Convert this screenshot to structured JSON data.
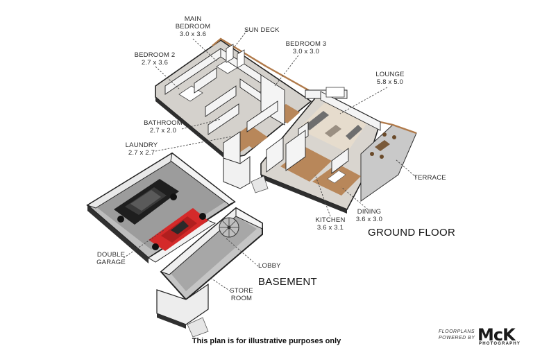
{
  "rooms": {
    "main_bedroom": {
      "name": "MAIN BEDROOM",
      "line1": "MAIN",
      "line2": "BEDROOM",
      "size": "3.0 x 3.6"
    },
    "sun_deck": {
      "name": "SUN DECK"
    },
    "bedroom3": {
      "name": "BEDROOM 3",
      "size": "3.0 x 3.0"
    },
    "bedroom2": {
      "name": "BEDROOM 2",
      "size": "2.7 x 3.6"
    },
    "lounge": {
      "name": "LOUNGE",
      "size": "5.8 x 5.0"
    },
    "bathroom": {
      "name": "BATHROOM",
      "size": "2.7 x 2.0"
    },
    "laundry": {
      "name": "LAUNDRY",
      "size": "2.7 x 2.7"
    },
    "terrace": {
      "name": "TERRACE"
    },
    "dining": {
      "name": "DINING",
      "size": "3.6 x 3.0"
    },
    "kitchen": {
      "name": "KITCHEN",
      "size": "3.6 x 3.1"
    },
    "double_garage": {
      "line1": "DOUBLE",
      "line2": "GARAGE"
    },
    "lobby": {
      "name": "LOBBY"
    },
    "store_room": {
      "line1": "STORE",
      "line2": "ROOM"
    }
  },
  "floors": {
    "ground": "GROUND FLOOR",
    "basement": "BASEMENT"
  },
  "disclaimer": "This plan is for illustrative purposes only",
  "branding": {
    "line1": "FLOORPLANS",
    "line2": "POWERED BY",
    "logo": "McK",
    "sub": "PHOTOGRAPHY"
  },
  "colors": {
    "floor_wood": "#b8875a",
    "floor_tile": "#cbc8c4",
    "floor_concrete": "#a9a9a9",
    "wall": "#f4f4f4",
    "wall_edge": "#262626",
    "car_red": "#d42a2a",
    "car_black": "#1e1e1e"
  }
}
